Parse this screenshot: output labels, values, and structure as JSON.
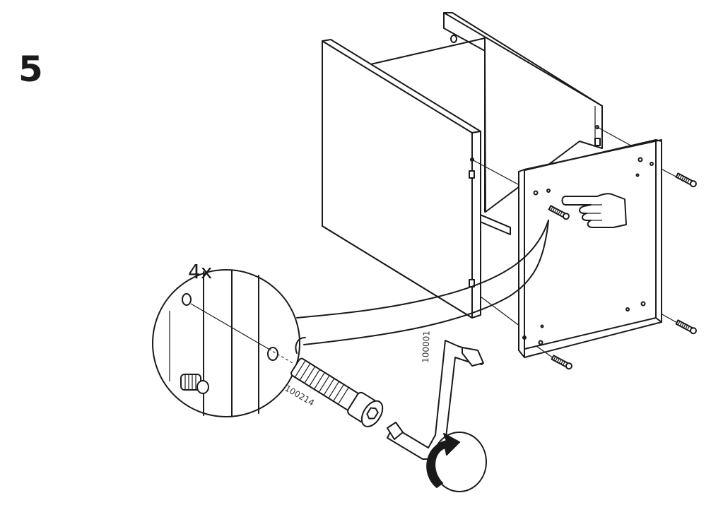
{
  "step_number": "5",
  "detail_callout": {
    "quantity": "4x",
    "screw_part_number": "100214",
    "key_part_number": "100001"
  },
  "icons": [
    "pointing-hand-icon",
    "rotate-clockwise-icon",
    "allen-key-icon",
    "screw-icon",
    "dowel-icon"
  ]
}
